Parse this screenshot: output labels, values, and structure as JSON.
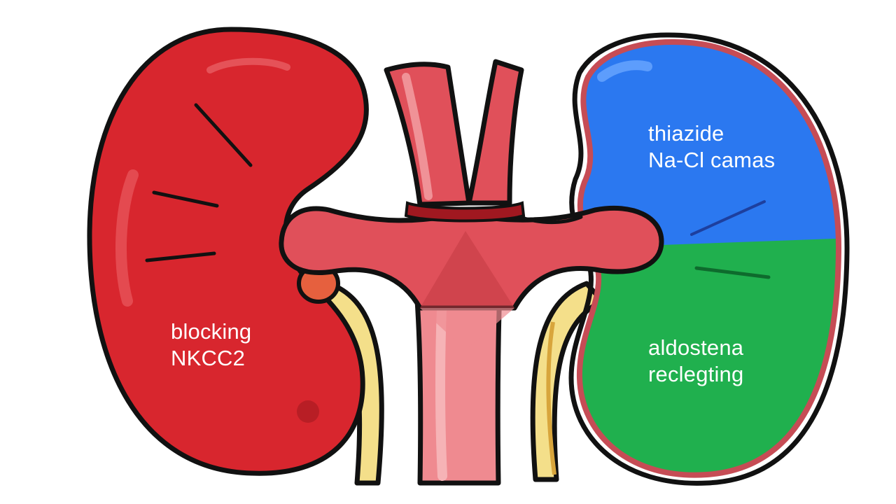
{
  "diagram": {
    "left_kidney": {
      "label_lines": [
        "blocking",
        "NKCC2"
      ],
      "color": "#d8262e"
    },
    "right_kidney": {
      "upper_label_lines": [
        "thiazide",
        "Na-Cl camas"
      ],
      "lower_label_lines": [
        "aldostena",
        "reclegting"
      ],
      "upper_color": "#2b78f0",
      "lower_color": "#20b04e",
      "rim_color": "#c64c55"
    },
    "vessels": {
      "artery_color": "#e0505a",
      "artery_light": "#ef8a90",
      "ureter_color": "#f4df8a",
      "outline_color": "#111111"
    }
  }
}
